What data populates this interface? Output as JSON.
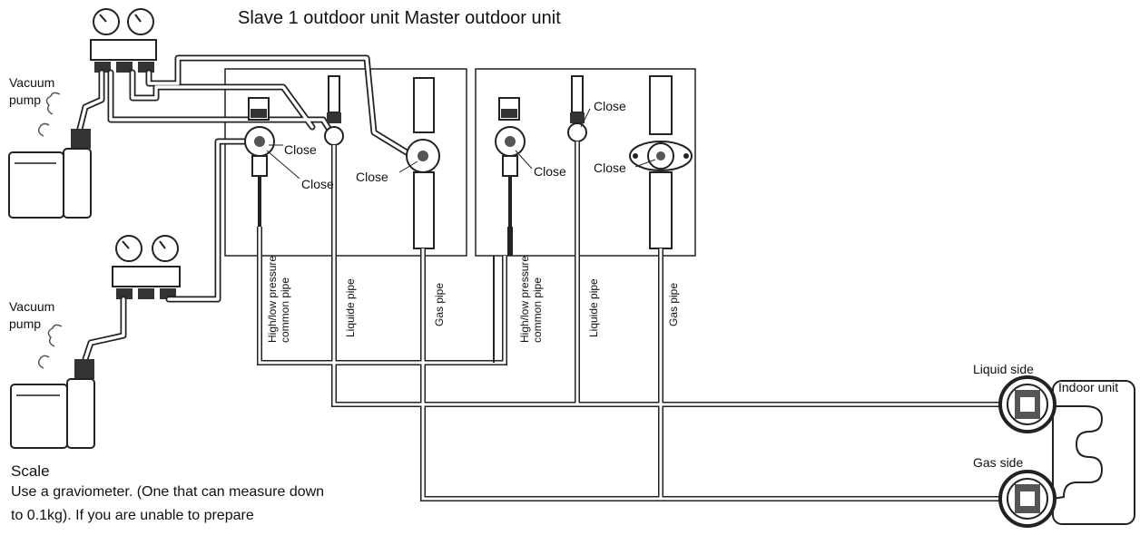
{
  "title": "Slave 1 outdoor unit Master outdoor unit",
  "labels": {
    "vacuum_pump_1": [
      "Vacuum",
      "pump"
    ],
    "vacuum_pump_2": [
      "Vacuum",
      "pump"
    ],
    "close": "Close",
    "pipe_highlow": [
      "High/low pressure",
      "common pipe"
    ],
    "pipe_liquid": "Liquide pipe",
    "pipe_gas": "Gas pipe",
    "liquid_side": "Liquid side",
    "gas_side": "Gas side",
    "indoor_unit": "Indoor unit"
  },
  "scale": {
    "title": "Scale",
    "text": "Use a graviometer. (One that can measure down to 0.1kg). If you are unable to prepare"
  }
}
